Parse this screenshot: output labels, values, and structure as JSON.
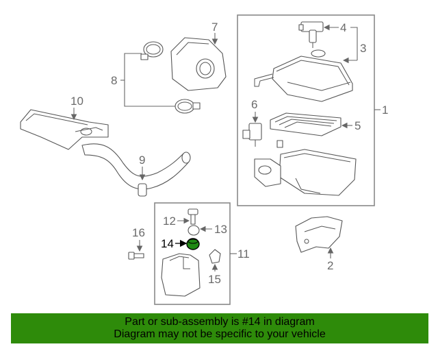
{
  "callouts": {
    "c1": "1",
    "c2": "2",
    "c3": "3",
    "c4": "4",
    "c5": "5",
    "c6": "6",
    "c7": "7",
    "c8": "8",
    "c9": "9",
    "c10": "10",
    "c11": "11",
    "c12": "12",
    "c13": "13",
    "c14": "14",
    "c15": "15",
    "c16": "16"
  },
  "highlight": {
    "part_number": "14",
    "color": "#2e8b0a",
    "highlight_fill": "#1f8a14"
  },
  "banner": {
    "line1": "Part or sub-assembly is #14 in diagram",
    "line2": "Diagram may not be specific to your vehicle"
  }
}
